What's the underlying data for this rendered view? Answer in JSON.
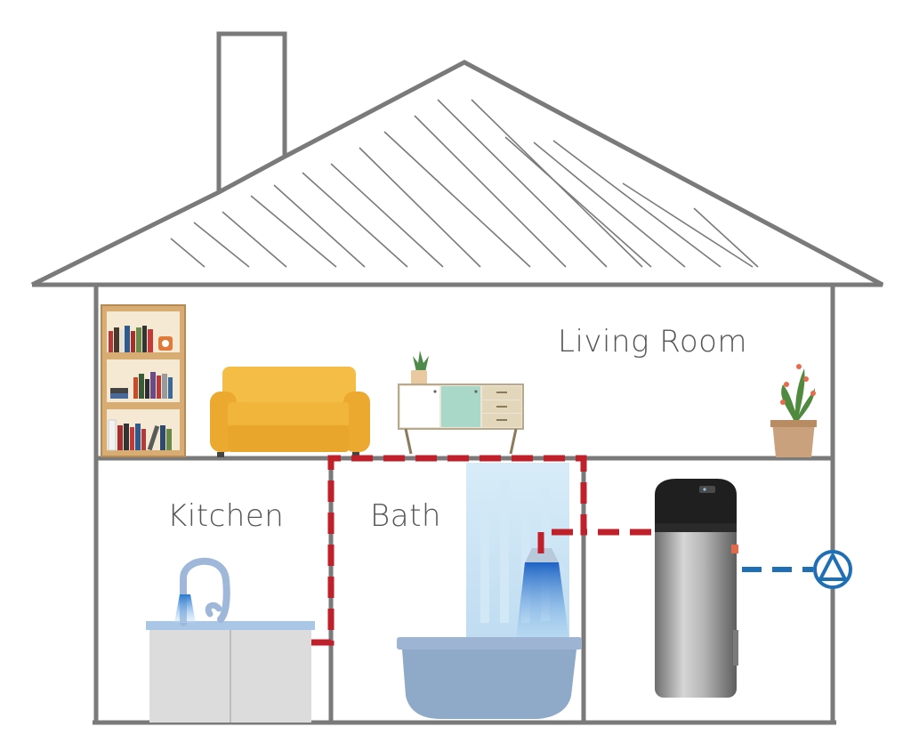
{
  "rooms": {
    "living_room": "Living Room",
    "kitchen": "Kitchen",
    "bath": "Bath"
  },
  "icons": {
    "pump": "circle-up-triangle-icon"
  },
  "colors": {
    "house_outline": "#7a7a7a",
    "hot_water_pipe": "#c0202a",
    "cold_water_pipe": "#1f6fb5",
    "sofa": "#f2b53c",
    "shower_glass": "#c8e4f5",
    "bathtub": "#8fa9c9",
    "kitchen_counter": "#d9d9d9",
    "bookshelf_wood": "#c9a06a",
    "heater_top": "#1c1c1c",
    "heater_body": "#a8a8a8"
  }
}
